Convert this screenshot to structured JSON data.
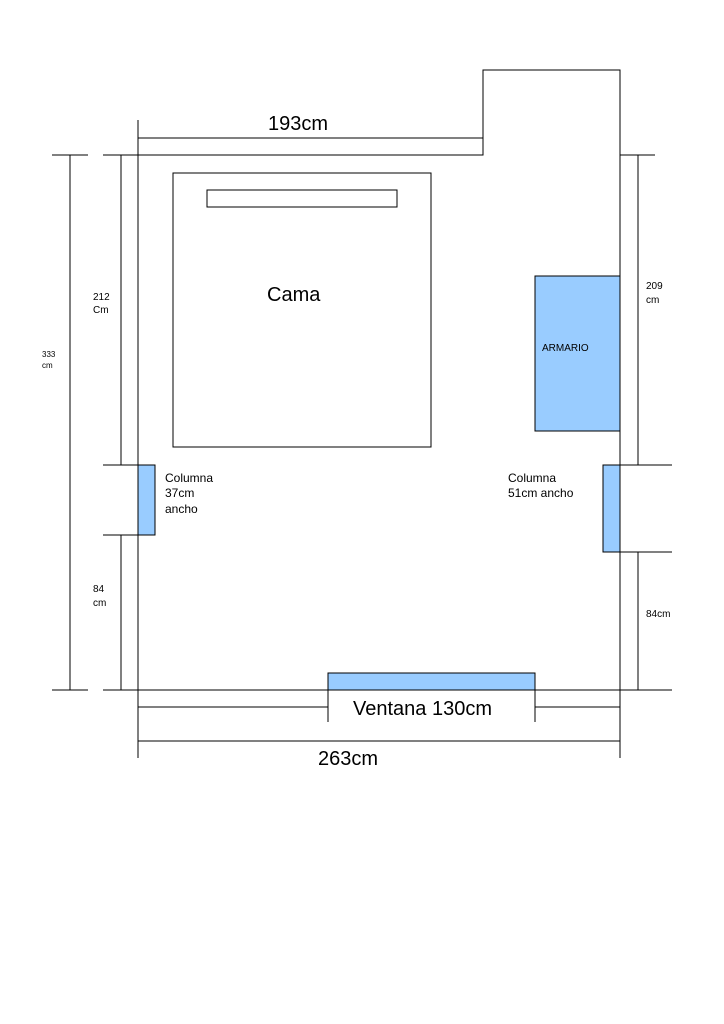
{
  "colors": {
    "fixture_fill": "#99ccff",
    "line": "#000000",
    "background": "#ffffff"
  },
  "labels": {
    "top_width": "193cm",
    "bottom_width": "263cm",
    "window": "Ventana 130cm",
    "bed": "Cama",
    "wardrobe": "ARMARIO",
    "total_height_value": "333",
    "total_height_unit": "cm",
    "left_upper_value": "212",
    "left_upper_unit": "Cm",
    "left_lower_value": "84",
    "left_lower_unit": "cm",
    "right_upper_value": "209",
    "right_upper_unit": "cm",
    "right_lower": "84cm",
    "column_left_line1": "Columna",
    "column_left_line2": "37cm",
    "column_left_line3": "ancho",
    "column_right_line1": "Columna",
    "column_right_line2": "51cm ancho"
  }
}
